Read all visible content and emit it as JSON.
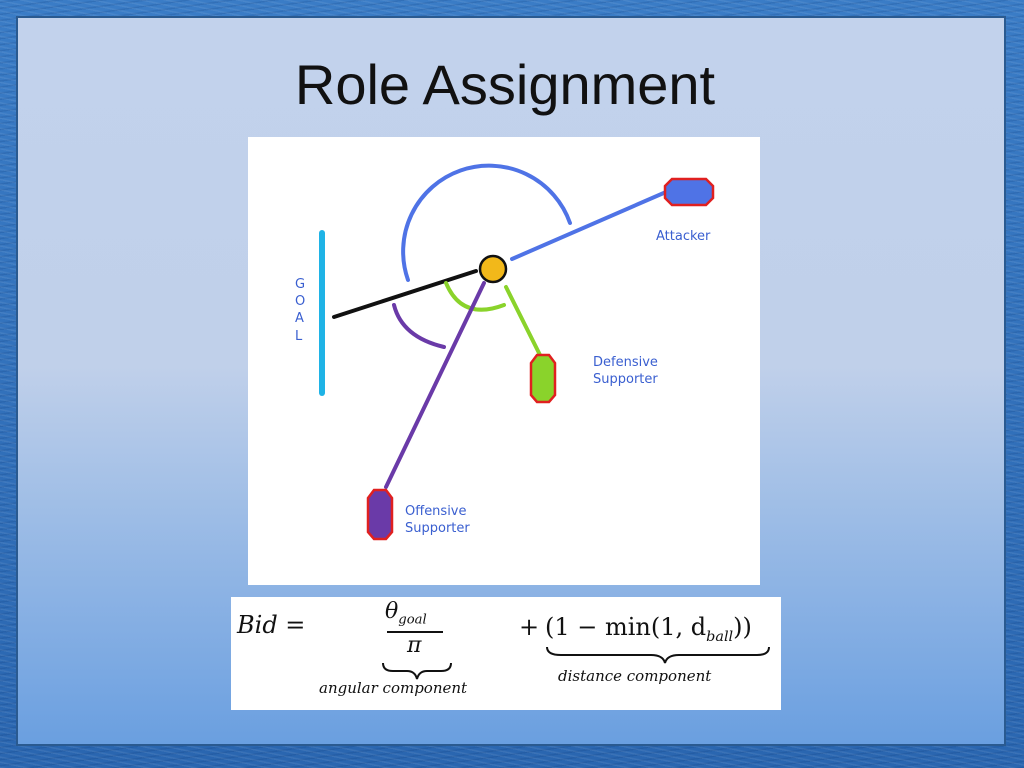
{
  "slide": {
    "title": "Role Assignment"
  },
  "diagram": {
    "goal_letters": [
      "G",
      "O",
      "A",
      "L"
    ],
    "labels": {
      "attacker": "Attacker",
      "defensive_1": "Defensive",
      "defensive_2": "Supporter",
      "offensive_1": "Offensive",
      "offensive_2": "Supporter"
    },
    "colors": {
      "goal": "#1fb3e6",
      "attacker": "#4f73e6",
      "defensive": "#8ad32b",
      "offensive": "#6a3aa8",
      "ball": "#f2b81a",
      "robot_outline": "#e02020",
      "line_black": "#111111",
      "label_text": "#3a5fd0"
    }
  },
  "formula": {
    "lhs": "Bid =",
    "numerator_symbol": "θ",
    "numerator_sub": "goal",
    "denominator": "π",
    "plus": "+",
    "distance_expr_prefix": "(1 − min(1, d",
    "distance_sub": "ball",
    "distance_expr_suffix": "))",
    "angular_label": "angular component",
    "distance_label": "distance component"
  }
}
